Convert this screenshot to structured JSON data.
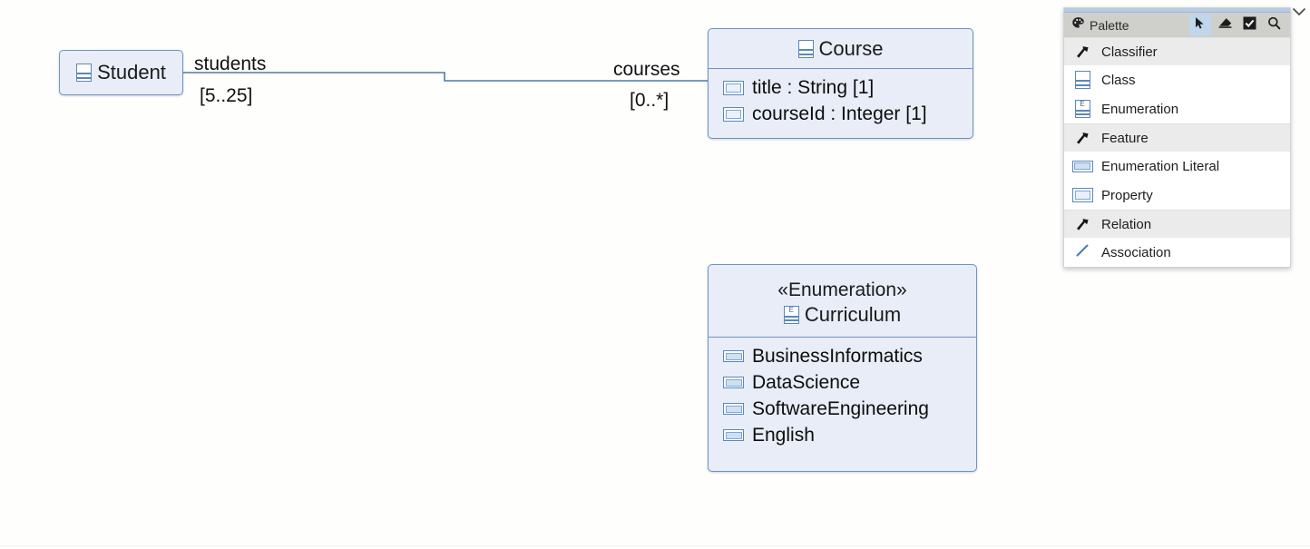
{
  "canvas": {
    "background": "#fefefd",
    "node_fill": "#e8edf7",
    "node_stroke": "#6e93c4",
    "edge_stroke": "#4b79ab"
  },
  "diagram": {
    "nodes": [
      {
        "id": "student",
        "kind": "class",
        "icon": "uml-class-icon",
        "name": "Student",
        "stereotype": "",
        "features": []
      },
      {
        "id": "course",
        "kind": "class",
        "icon": "uml-class-icon",
        "name": "Course",
        "stereotype": "",
        "features": [
          {
            "icon": "uml-property-icon",
            "text": "title : String [1]"
          },
          {
            "icon": "uml-property-icon",
            "text": "courseId : Integer [1]"
          }
        ]
      },
      {
        "id": "curriculum",
        "kind": "enumeration",
        "icon": "uml-enumeration-icon",
        "name": "Curriculum",
        "stereotype": "«Enumeration»",
        "features": [
          {
            "icon": "uml-literal-icon",
            "text": "BusinessInformatics"
          },
          {
            "icon": "uml-literal-icon",
            "text": "DataScience"
          },
          {
            "icon": "uml-literal-icon",
            "text": "SoftwareEngineering"
          },
          {
            "icon": "uml-literal-icon",
            "text": "English"
          }
        ]
      }
    ],
    "association": {
      "source_role": "students",
      "source_multiplicity": "[5..25]",
      "target_role": "courses",
      "target_multiplicity": "[0..*]"
    }
  },
  "palette": {
    "title": "Palette",
    "title_icon": "palette-icon",
    "tools": [
      {
        "name": "selection-tool",
        "icon": "cursor-icon",
        "active": true
      },
      {
        "name": "deletion-tool",
        "icon": "eraser-icon",
        "active": false
      },
      {
        "name": "marquee-tool",
        "icon": "checkbox-icon",
        "active": false
      },
      {
        "name": "search-tool",
        "icon": "search-icon",
        "active": false
      }
    ],
    "sections": [
      {
        "label": "Classifier",
        "icon": "hammer-icon",
        "items": [
          {
            "label": "Class",
            "icon": "uml-class-icon"
          },
          {
            "label": "Enumeration",
            "icon": "uml-enumeration-icon"
          }
        ]
      },
      {
        "label": "Feature",
        "icon": "hammer-icon",
        "items": [
          {
            "label": "Enumeration Literal",
            "icon": "uml-literal-icon"
          },
          {
            "label": "Property",
            "icon": "uml-property-icon"
          }
        ]
      },
      {
        "label": "Relation",
        "icon": "hammer-icon",
        "items": [
          {
            "label": "Association",
            "icon": "association-line-icon"
          }
        ]
      }
    ],
    "collapse_icon": "chevron-down-icon"
  }
}
